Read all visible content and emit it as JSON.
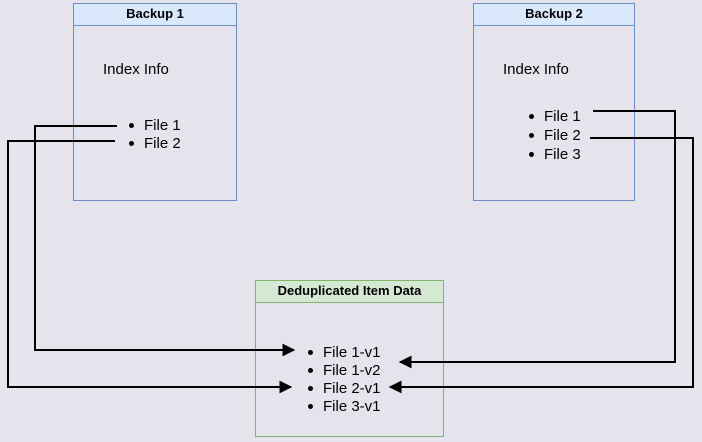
{
  "canvas": {
    "background_color": "#e5e4ec",
    "line_color": "#000000"
  },
  "colors": {
    "backup_box_fill": "#dae8fc",
    "backup_box_border": "#6c8ebf",
    "dedup_box_fill": "#d5e8d4",
    "dedup_box_border": "#82b366"
  },
  "boxes": {
    "backup1": {
      "title": "Backup 1",
      "subtitle": "Index Info",
      "items": [
        "File 1",
        "File 2"
      ]
    },
    "backup2": {
      "title": "Backup 2",
      "subtitle": "Index Info",
      "items": [
        "File 1",
        "File 2",
        "File 3"
      ]
    },
    "dedup": {
      "title": "Deduplicated Item Data",
      "items": [
        "File 1-v1",
        "File 1-v2",
        "File 2-v1",
        "File 3-v1"
      ]
    }
  },
  "edges": [
    {
      "from": "Backup 1 / File 1",
      "to": "Deduplicated Item Data / File 1-v1"
    },
    {
      "from": "Backup 1 / File 2",
      "to": "Deduplicated Item Data / File 2-v1"
    },
    {
      "from": "Backup 2 / File 1",
      "to": "Deduplicated Item Data / File 1-v2"
    },
    {
      "from": "Backup 2 / File 2",
      "to": "Deduplicated Item Data / File 2-v1"
    }
  ]
}
